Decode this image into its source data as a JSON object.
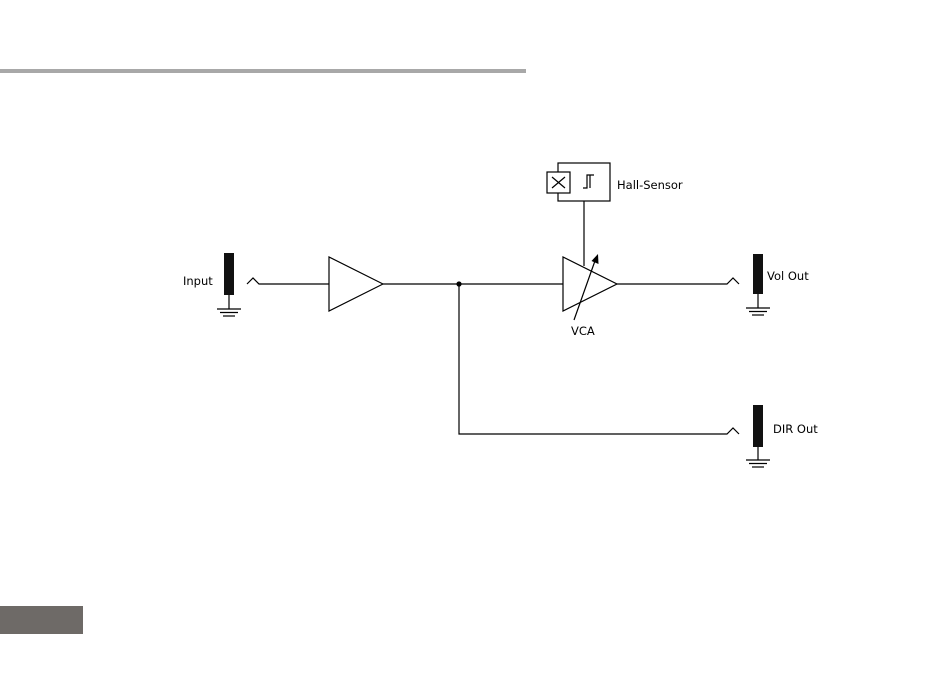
{
  "diagram": {
    "labels": {
      "input": "Input",
      "hall_sensor": "Hall-Sensor",
      "vca": "VCA",
      "vol_out": "Vol Out",
      "dir_out": "DIR Out"
    },
    "colors": {
      "header_rule": "#a8a8a8",
      "footer_tab": "#6e6a67",
      "ink": "#000000"
    }
  }
}
